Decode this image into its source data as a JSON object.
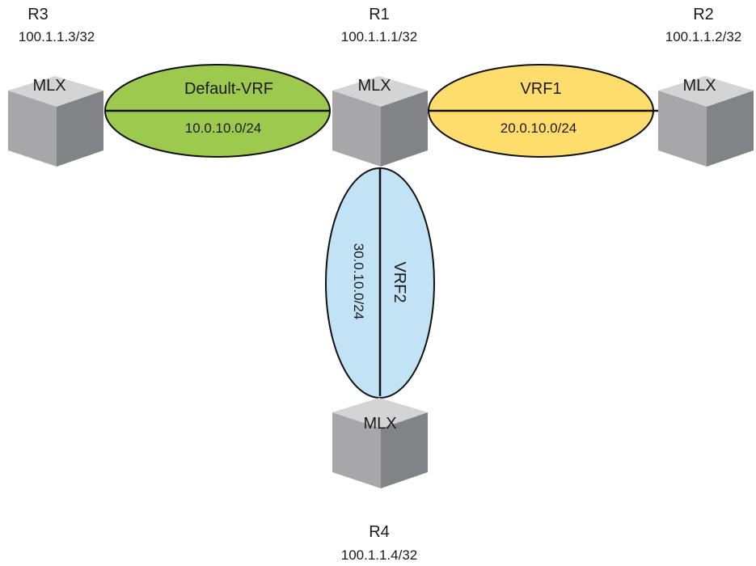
{
  "routers": {
    "r1": {
      "name": "R1",
      "ip": "100.1.1.1/32",
      "device": "MLX"
    },
    "r2": {
      "name": "R2",
      "ip": "100.1.1.2/32",
      "device": "MLX"
    },
    "r3": {
      "name": "R3",
      "ip": "100.1.1.3/32",
      "device": "MLX"
    },
    "r4": {
      "name": "R4",
      "ip": "100.1.1.4/32",
      "device": "MLX"
    }
  },
  "links": {
    "default_vrf": {
      "name": "Default-VRF",
      "subnet": "10.0.10.0/24",
      "color": "#9dc94f"
    },
    "vrf1": {
      "name": "VRF1",
      "subnet": "20.0.10.0/24",
      "color": "#fedd6c"
    },
    "vrf2": {
      "name": "VRF2",
      "subnet": "30.0.10.0/24",
      "color": "#c2e3f6"
    }
  },
  "colors": {
    "cube_top": "#d4d4d4",
    "cube_left": "#a7a7a9",
    "cube_right": "#828386",
    "line": "#111111"
  }
}
